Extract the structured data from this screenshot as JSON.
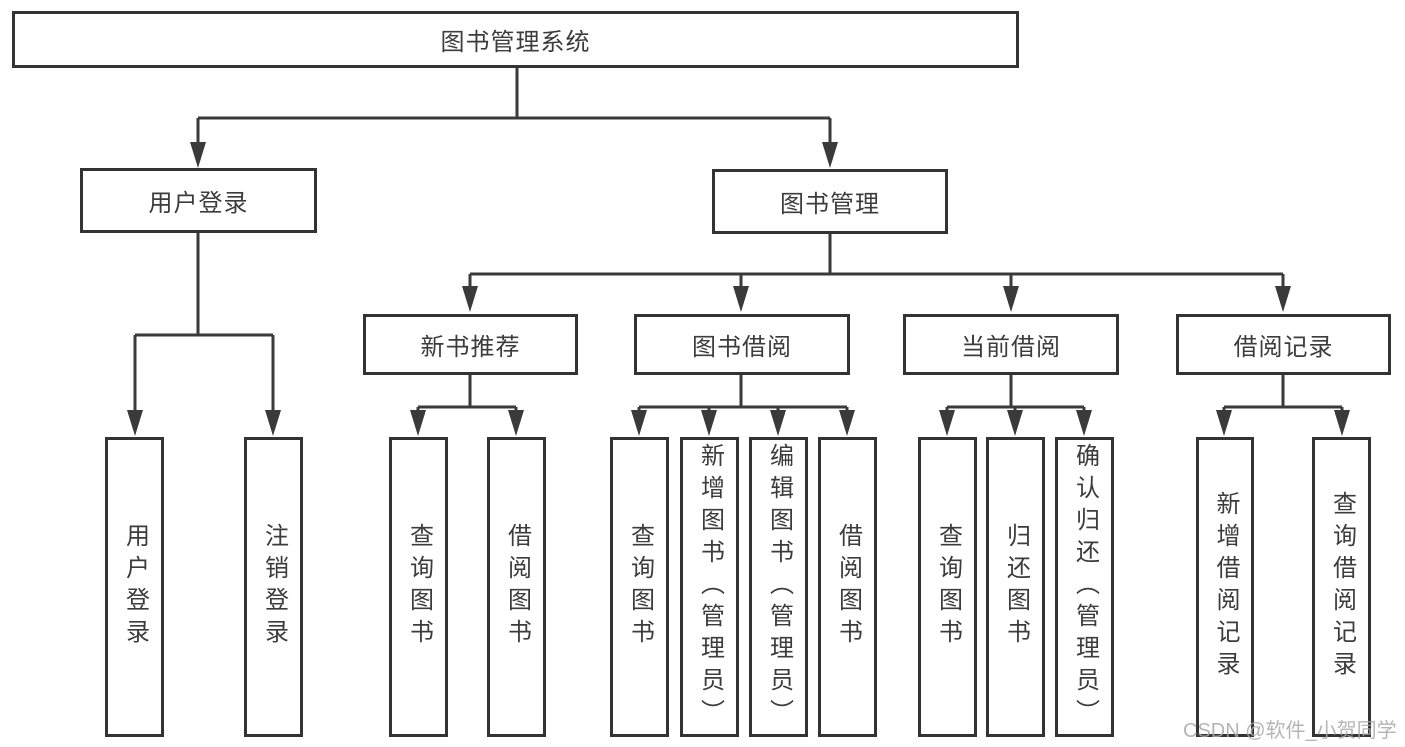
{
  "diagram": {
    "root": {
      "label": "图书管理系统"
    },
    "level2": [
      {
        "id": "user-login",
        "label": "用户登录"
      },
      {
        "id": "book-management",
        "label": "图书管理"
      }
    ],
    "level3": [
      {
        "id": "new-book-recommend",
        "label": "新书推荐"
      },
      {
        "id": "book-borrowing",
        "label": "图书借阅"
      },
      {
        "id": "current-borrowing",
        "label": "当前借阅"
      },
      {
        "id": "borrowing-records",
        "label": "借阅记录"
      }
    ],
    "leaves": [
      {
        "group": "user-login",
        "label": "用户登录"
      },
      {
        "group": "user-login",
        "label": "注销登录"
      },
      {
        "group": "new-book-recommend",
        "label": "查询图书"
      },
      {
        "group": "new-book-recommend",
        "label": "借阅图书"
      },
      {
        "group": "book-borrowing",
        "label": "查询图书"
      },
      {
        "group": "book-borrowing",
        "label": "新增图书（管理员）"
      },
      {
        "group": "book-borrowing",
        "label": "编辑图书（管理员）"
      },
      {
        "group": "book-borrowing",
        "label": "借阅图书"
      },
      {
        "group": "current-borrowing",
        "label": "查询图书"
      },
      {
        "group": "current-borrowing",
        "label": "归还图书"
      },
      {
        "group": "current-borrowing",
        "label": "确认归还（管理员）"
      },
      {
        "group": "borrowing-records",
        "label": "新增借阅记录"
      },
      {
        "group": "borrowing-records",
        "label": "查询借阅记录"
      }
    ],
    "watermark": "CSDN @软件_小贺同学",
    "colors": {
      "line": "#3a3a3a",
      "box_border": "#333333",
      "text": "#3c3c3c",
      "watermark": "#a9a9a9",
      "background": "#ffffff"
    }
  }
}
